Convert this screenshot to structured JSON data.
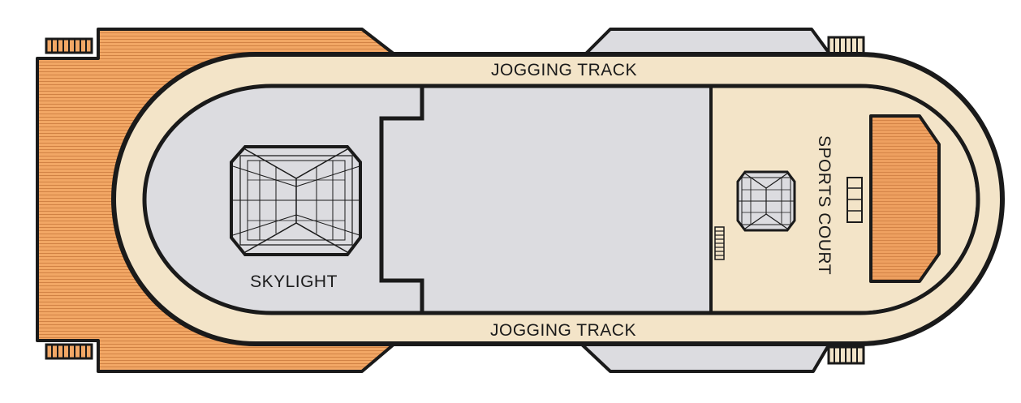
{
  "labels": {
    "jogging_track_top": "JOGGING TRACK",
    "jogging_track_bottom": "JOGGING TRACK",
    "skylight": "SKYLIGHT",
    "sports_court": "SPORTS COURT"
  },
  "colors": {
    "deck_wood": "#f2a765",
    "deck_wood_line": "#c9783c",
    "track": "#f3e4c8",
    "interior": "#dcdce0",
    "outline": "#1a1a1a",
    "background": "#ffffff"
  }
}
